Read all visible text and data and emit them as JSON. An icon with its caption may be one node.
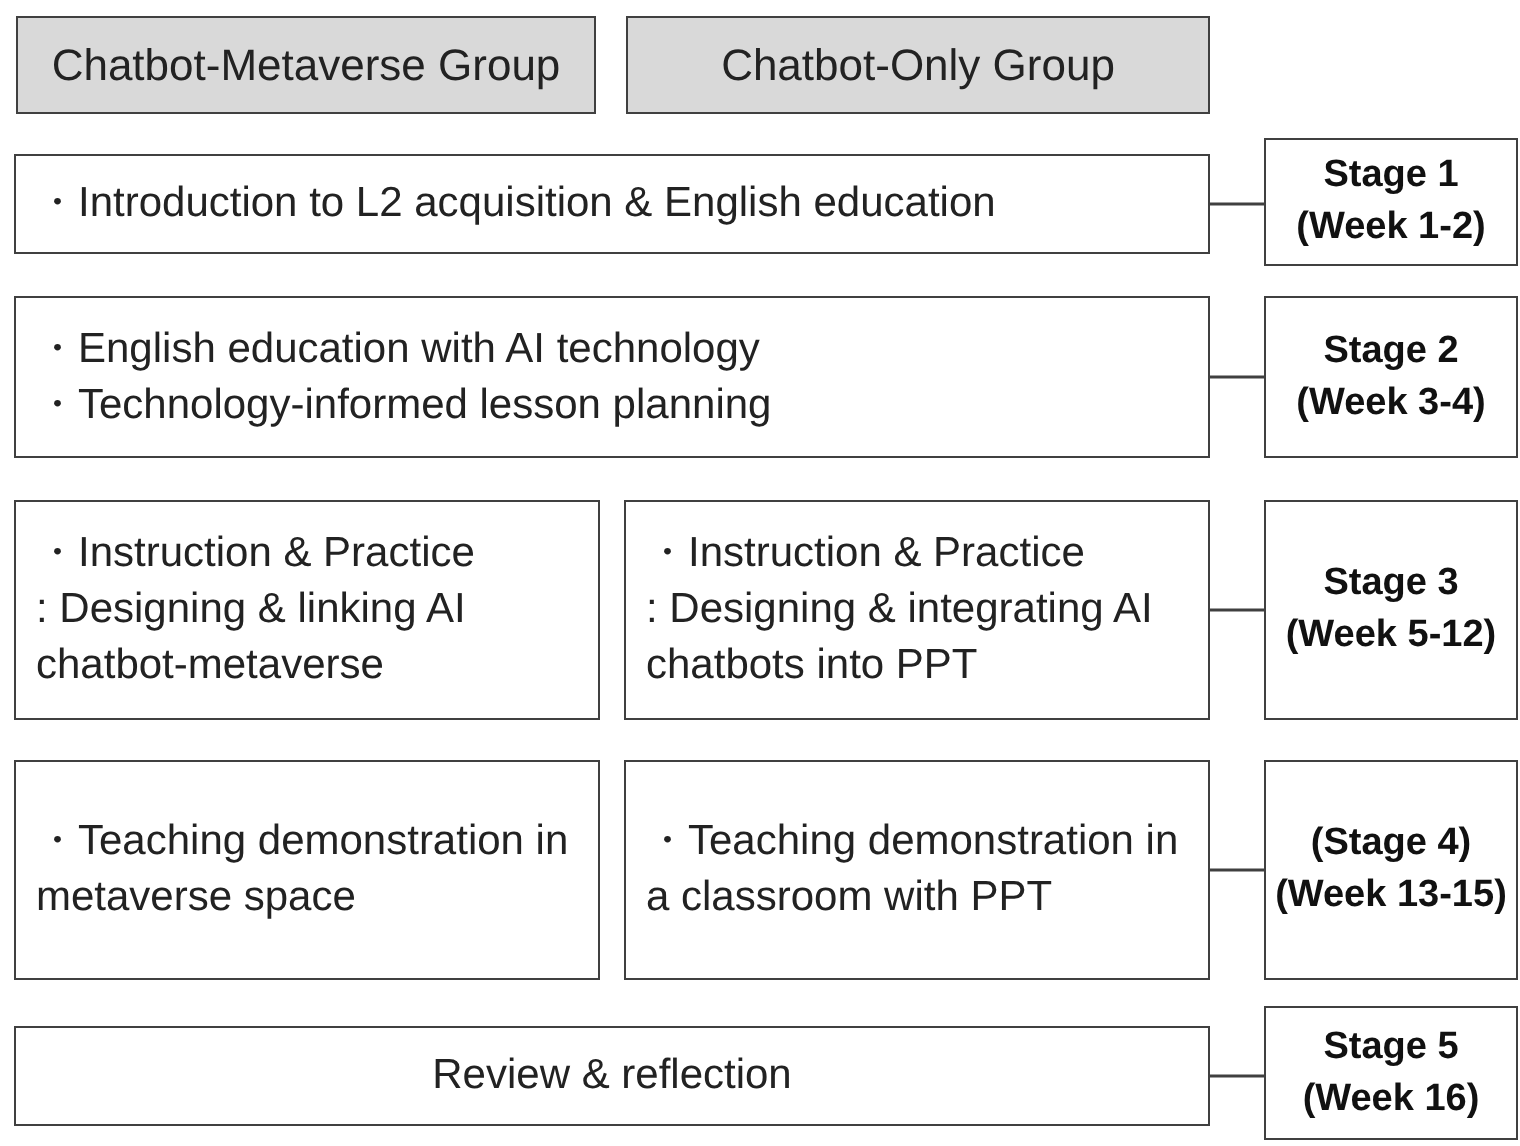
{
  "diagram": {
    "nodes": [
      {
        "text": [
          "Chatbot-Metaverse Group"
        ]
      },
      {
        "text": [
          "Chatbot-Only Group"
        ]
      },
      {
        "text": [
          "・Introduction to  L2 acquisition & English education"
        ]
      },
      {
        "text": [
          "Stage 1",
          "(Week 1-2)"
        ]
      },
      {
        "text": [
          "・English education with AI technology",
          "・Technology-informed lesson planning"
        ]
      },
      {
        "text": [
          "Stage 2",
          "(Week 3-4)"
        ]
      },
      {
        "text": [
          "・Instruction & Practice",
          ": Designing & linking AI chatbot-metaverse"
        ]
      },
      {
        "text": [
          "・Instruction & Practice",
          ": Designing & integrating AI chatbots into PPT"
        ]
      },
      {
        "text": [
          "Stage 3",
          "(Week 5-12)"
        ]
      },
      {
        "text": [
          "・Teaching demonstration in metaverse space"
        ]
      },
      {
        "text": [
          "・Teaching demonstration in a classroom with PPT"
        ]
      },
      {
        "text": [
          "(Stage 4)",
          "(Week 13-15)"
        ]
      },
      {
        "text": [
          "Review & reflection"
        ]
      },
      {
        "text": [
          "Stage 5",
          "(Week 16)"
        ]
      }
    ],
    "edges": [
      {
        "from": 2,
        "to": 3,
        "arrow": "none"
      },
      {
        "from": 4,
        "to": 5,
        "arrow": "none"
      },
      {
        "from": 7,
        "to": 8,
        "arrow": "none"
      },
      {
        "from": 10,
        "to": 11,
        "arrow": "none"
      },
      {
        "from": 12,
        "to": 13,
        "arrow": "none"
      }
    ]
  }
}
